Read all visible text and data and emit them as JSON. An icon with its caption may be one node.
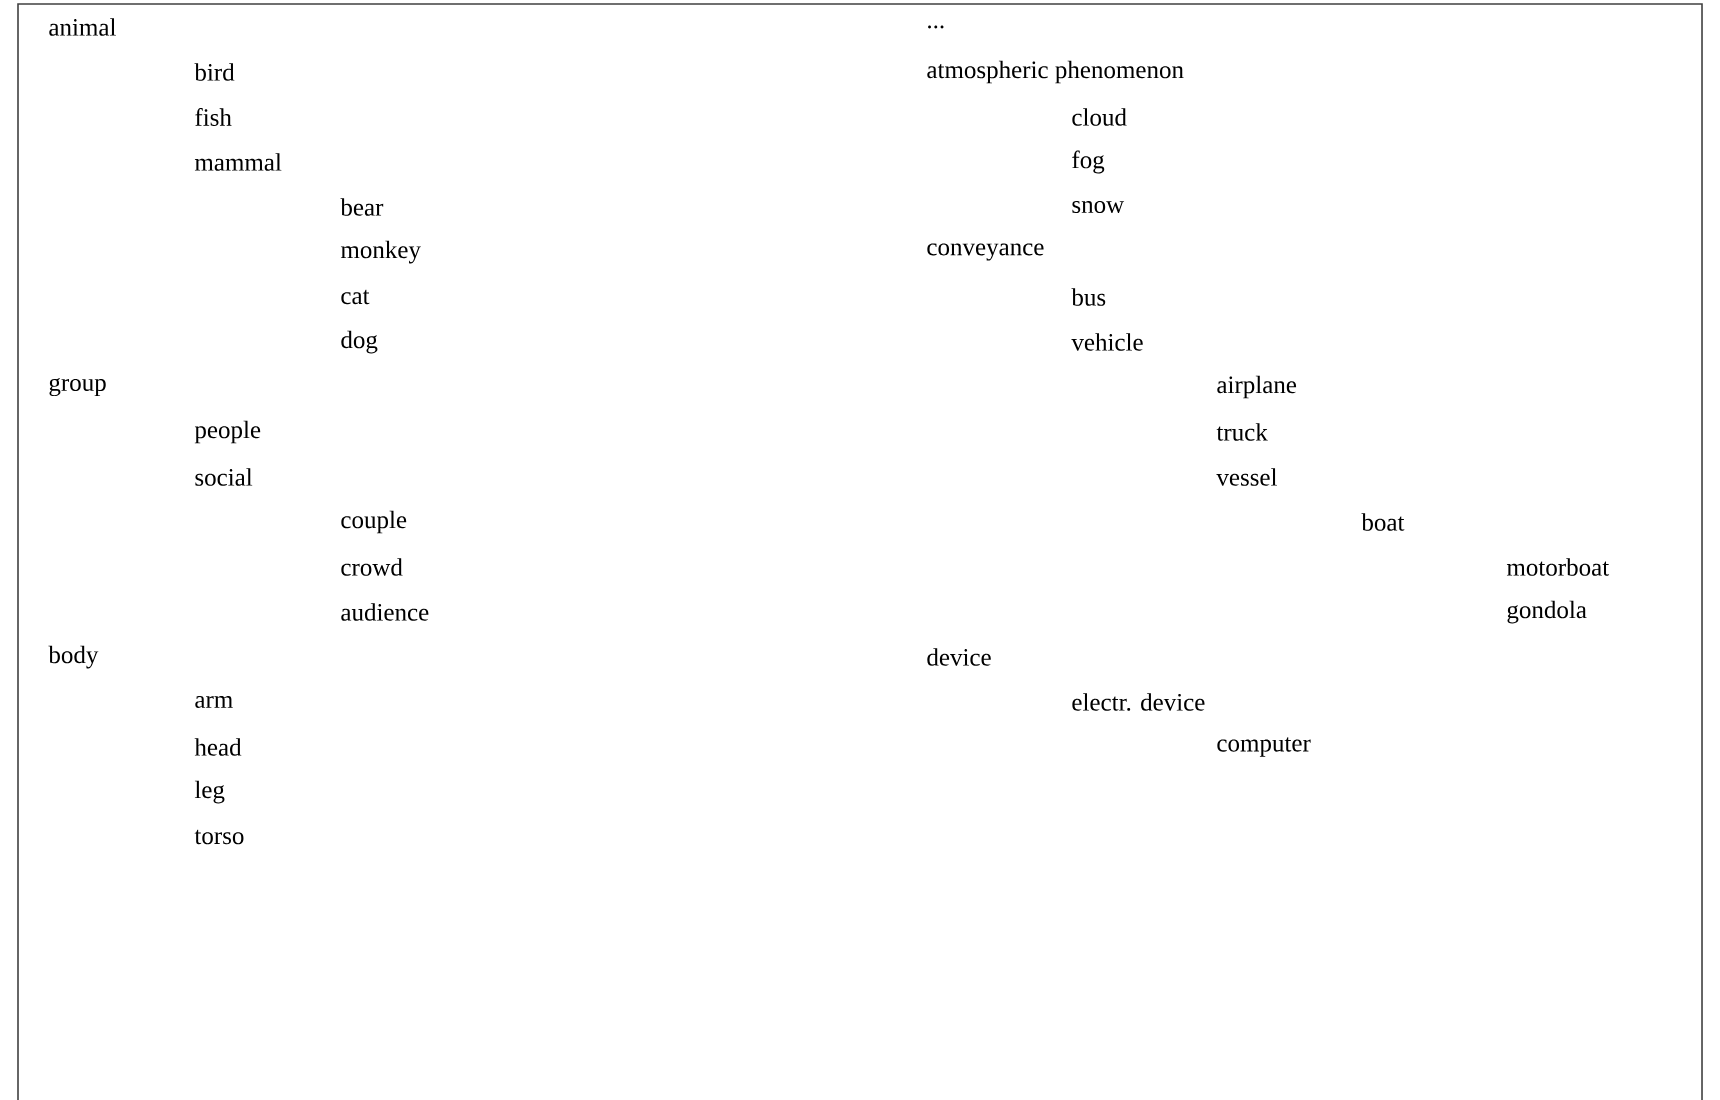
{
  "diagram": {
    "labels": [
      "animal",
      "bird",
      "fish",
      "mammal",
      "bear",
      "monkey",
      "cat",
      "dog",
      "group",
      "people",
      "social",
      "couple",
      "crowd",
      "audience",
      "body",
      "arm",
      "head",
      "leg",
      "torso",
      "...",
      "atmospheric phenomenon",
      "cloud",
      "fog",
      "snow",
      "conveyance",
      "bus",
      "vehicle",
      "airplane",
      "truck",
      "vessel",
      "boat",
      "motorboat",
      "gondola",
      "device",
      "electr. device",
      "computer"
    ]
  }
}
